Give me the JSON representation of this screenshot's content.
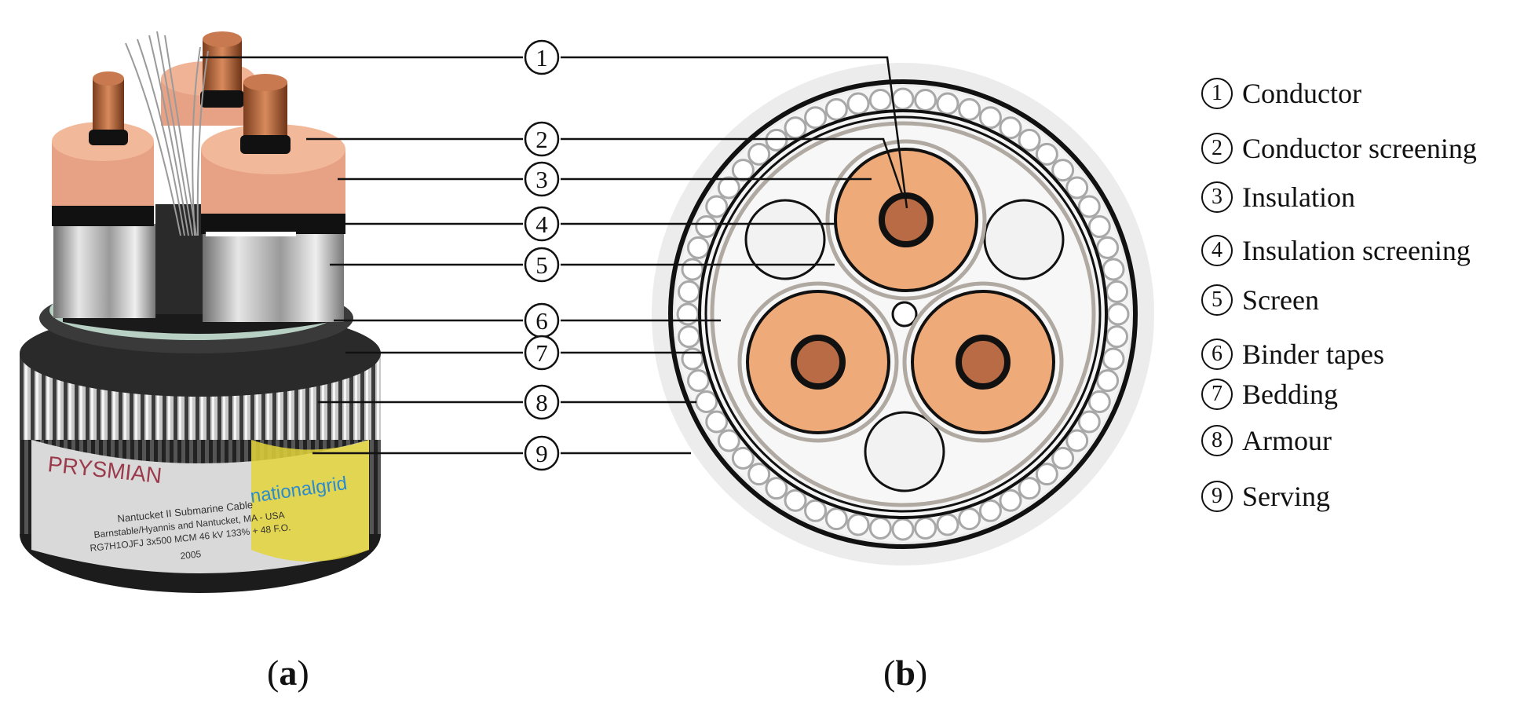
{
  "panels": [
    {
      "letter": "a",
      "label_open": "(",
      "label_close": ")"
    },
    {
      "letter": "b",
      "label_open": "(",
      "label_close": ")"
    }
  ],
  "callouts": [
    "1",
    "2",
    "3",
    "4",
    "5",
    "6",
    "7",
    "8",
    "9"
  ],
  "legend": [
    {
      "num": "1",
      "text": "Conductor"
    },
    {
      "num": "2",
      "text": "Conductor screening"
    },
    {
      "num": "3",
      "text": "Insulation"
    },
    {
      "num": "4",
      "text": "Insulation screening"
    },
    {
      "num": "5",
      "text": "Screen"
    },
    {
      "num": "6",
      "text": "Binder tapes"
    },
    {
      "num": "7",
      "text": "Bedding"
    },
    {
      "num": "8",
      "text": "Armour"
    },
    {
      "num": "9",
      "text": "Serving"
    }
  ],
  "photo_label": {
    "brand": "PRYSMIAN",
    "partner": "nationalgrid",
    "line1": "Nantucket II Submarine Cable",
    "line2": "Barnstable/Hyannis and Nantucket, MA - USA",
    "line3": "RG7H1OJFJ 3x500 MCM 46 kV 133% + 48 F.O.",
    "line4": "2005"
  },
  "colors": {
    "copper": "#b86b45",
    "insulation": "#eeaa78",
    "insulation_photo": "#e7a184",
    "armour_wire": "#c9c9c9",
    "serving": "#ececec",
    "filler": "#f7f7f7",
    "outline": "#111111"
  }
}
